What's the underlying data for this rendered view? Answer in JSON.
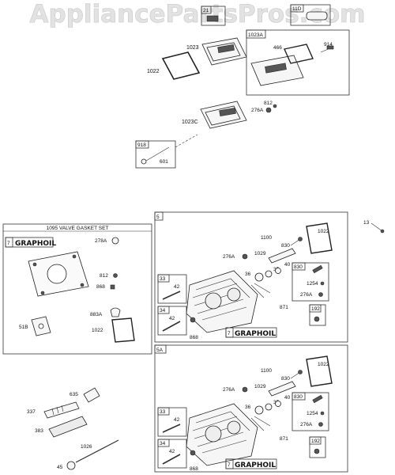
{
  "watermark": "AppliancePartsPros.com",
  "callouts": {
    "c21": "21",
    "c11D": "11D",
    "c1023": "1023",
    "c1022": "1022",
    "c1023A": "1023A",
    "c466": "466",
    "c914": "914",
    "c1023C": "1023C",
    "c812": "812",
    "c276A": "276A",
    "c918": "918",
    "c601": "601",
    "c13": "13"
  },
  "gasket_set": {
    "title": "1095 VALVE GASKET SET",
    "box_id": "7",
    "brand": "GRAPHOIL",
    "c278A": "278A",
    "c812": "812",
    "c868": "868",
    "c883A": "883A",
    "c51B": "51B",
    "c1022": "1022"
  },
  "assembly_5": {
    "box_id": "5",
    "c1100": "1100",
    "c830a": "830",
    "c1022": "1022",
    "c276A": "276A",
    "c1029": "1029",
    "c40": "40",
    "c35": "35",
    "c36": "36",
    "c830b": "830",
    "c1254": "1254",
    "c276Ab": "276A",
    "c33": "33",
    "c42a": "42",
    "c871": "871",
    "c192": "192",
    "c34": "34",
    "c42b": "42",
    "c868": "868",
    "brand_id": "7",
    "brand": "GRAPHOIL"
  },
  "assembly_5A": {
    "box_id": "5A",
    "c1100": "1100",
    "c830a": "830",
    "c1022": "1022",
    "c276A": "276A",
    "c1029": "1029",
    "c40": "40",
    "c35": "35",
    "c36": "36",
    "c830b": "830",
    "c1254": "1254",
    "c276Ab": "276A",
    "c33": "33",
    "c42a": "42",
    "c871": "871",
    "c192": "192",
    "c34": "34",
    "c42b": "42",
    "c868": "868",
    "brand_id": "7",
    "brand": "GRAPHOIL"
  },
  "ignition": {
    "c635": "635",
    "c337": "337",
    "c383": "383",
    "c1026": "1026",
    "c45": "45"
  }
}
